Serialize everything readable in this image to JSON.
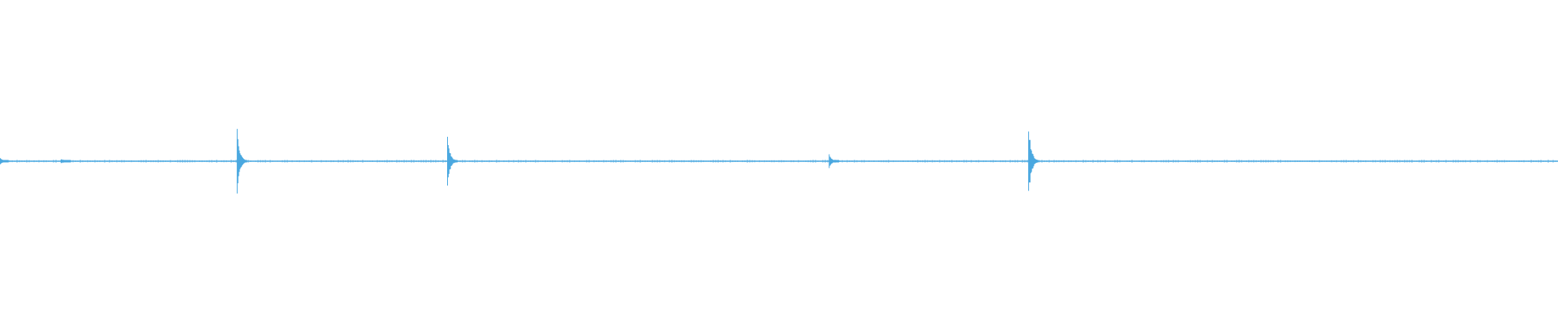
{
  "waveform": {
    "color": "#4aa8e0",
    "background": "#ffffff",
    "baseline_level": 0.0,
    "transients": [
      {
        "time": 0.0,
        "amplitude": 0.05
      },
      {
        "time": 0.04,
        "amplitude": 0.02
      },
      {
        "time": 0.153,
        "amplitude": 0.26
      },
      {
        "time": 0.288,
        "amplitude": 0.2
      },
      {
        "time": 0.533,
        "amplitude": 0.06
      },
      {
        "time": 0.661,
        "amplitude": 0.31
      }
    ]
  }
}
